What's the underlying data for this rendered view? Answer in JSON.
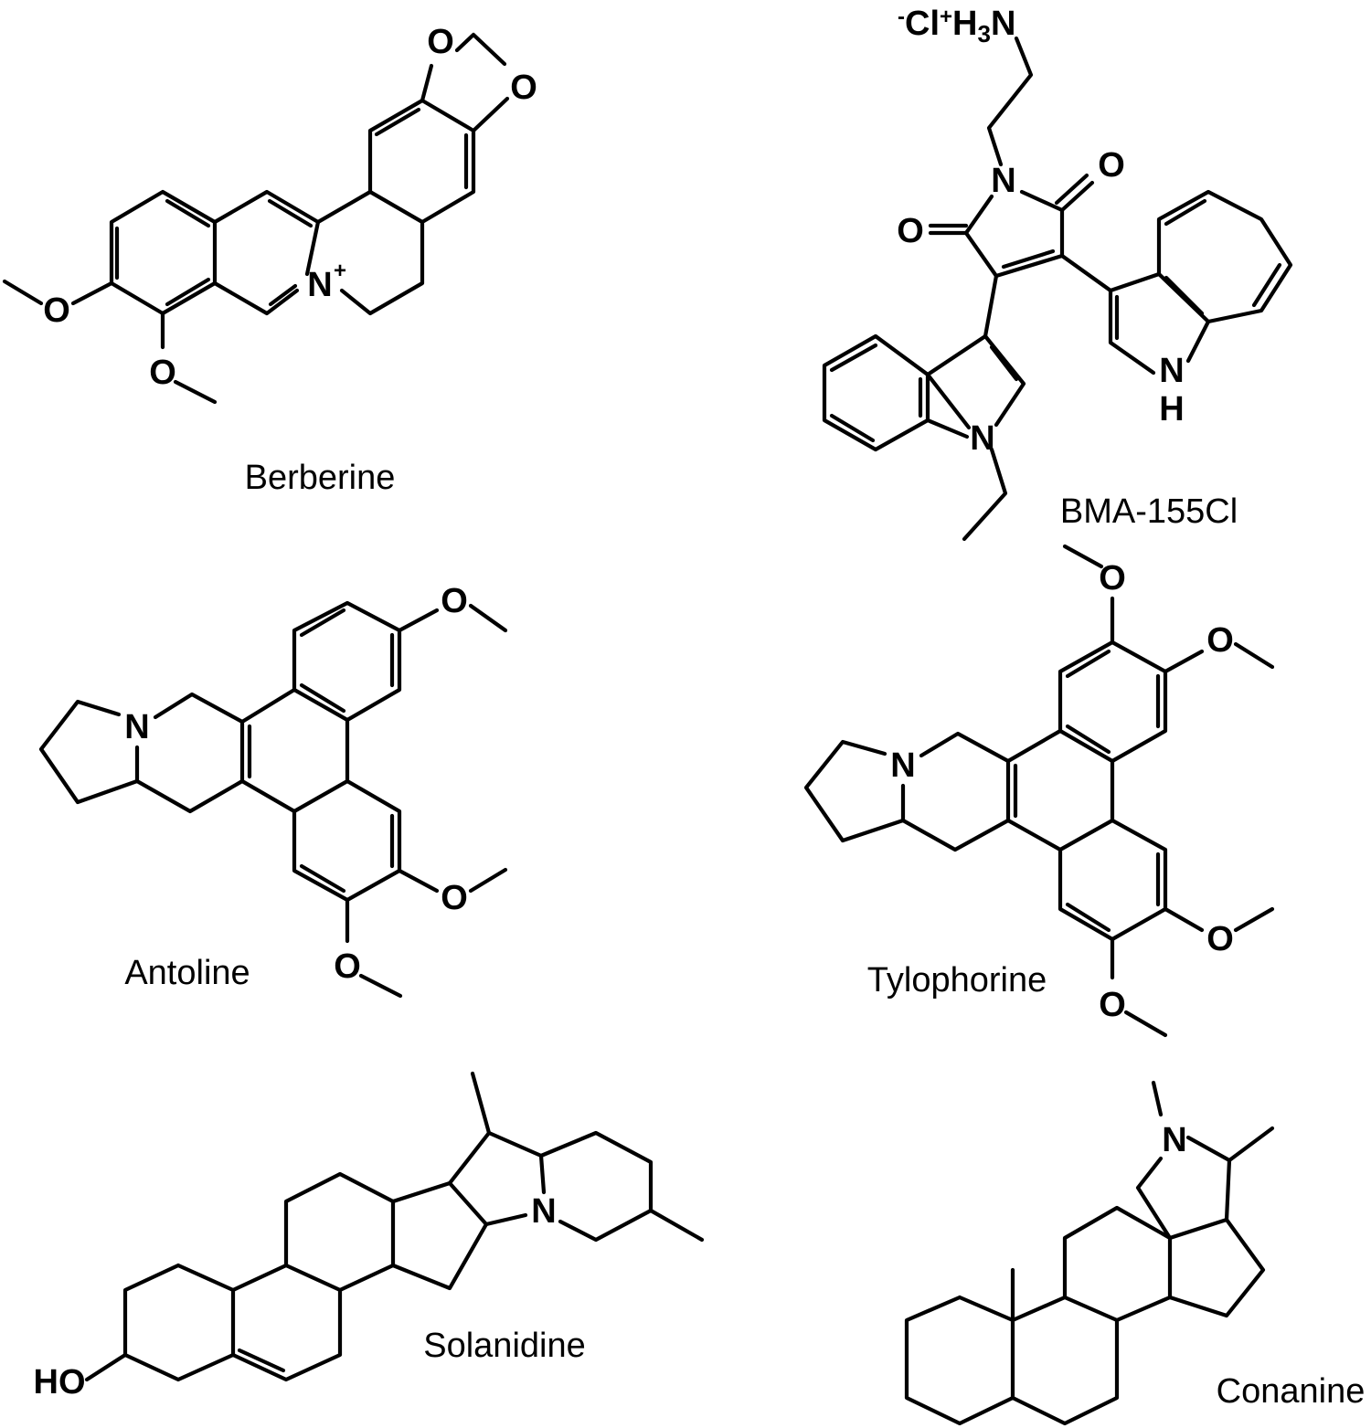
{
  "molecules": [
    {
      "name": "Berberine"
    },
    {
      "name": "BMA-155Cl"
    },
    {
      "name": "Antoline"
    },
    {
      "name": "Tylophorine"
    },
    {
      "name": "Solanidine"
    },
    {
      "name": "Conanine"
    }
  ],
  "labels": {
    "O": "O",
    "N": "N",
    "NH_N": "N",
    "NH_H": "H",
    "HO": "HO",
    "plus": "+",
    "minus": "-",
    "Cl": "Cl",
    "H": "H",
    "three": "3"
  }
}
